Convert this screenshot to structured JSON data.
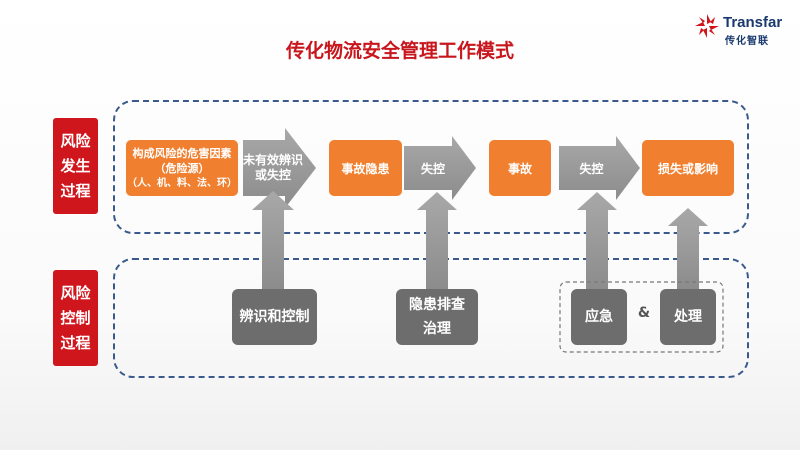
{
  "title": "传化物流安全管理工作模式",
  "logo": {
    "name": "Transfar",
    "sub": "传化智联",
    "icon": "transfar-logo-icon",
    "color": "#d0161d"
  },
  "rows": {
    "occurrence": {
      "label_line1": "风险",
      "label_line2": "发生",
      "label_line3": "过程"
    },
    "control": {
      "label_line1": "风险",
      "label_line2": "控制",
      "label_line3": "过程"
    }
  },
  "flow": {
    "box1": {
      "line1": "构成风险的危害因素",
      "line2": "（危险源）",
      "line3": "（人、机、料、法、环）"
    },
    "arrow1": {
      "line1": "未有效辨识",
      "line2": "或失控"
    },
    "box2": {
      "label": "事故隐患"
    },
    "arrow2": {
      "label": "失控"
    },
    "box3": {
      "label": "事故"
    },
    "arrow3": {
      "label": "失控"
    },
    "box4": {
      "label": "损失或影响"
    }
  },
  "controls": {
    "identify": {
      "label": "辨识和控制"
    },
    "hazard": {
      "line1": "隐患排查",
      "line2": "治理"
    },
    "emergency": {
      "label": "应急"
    },
    "amp": "&",
    "handle": {
      "label": "处理"
    }
  },
  "colors": {
    "red": "#d0161d",
    "orange": "#f08030",
    "gray_box": "#6d6d6d",
    "arrow": "#9a9a9a",
    "frame": "#3a5a8e"
  }
}
